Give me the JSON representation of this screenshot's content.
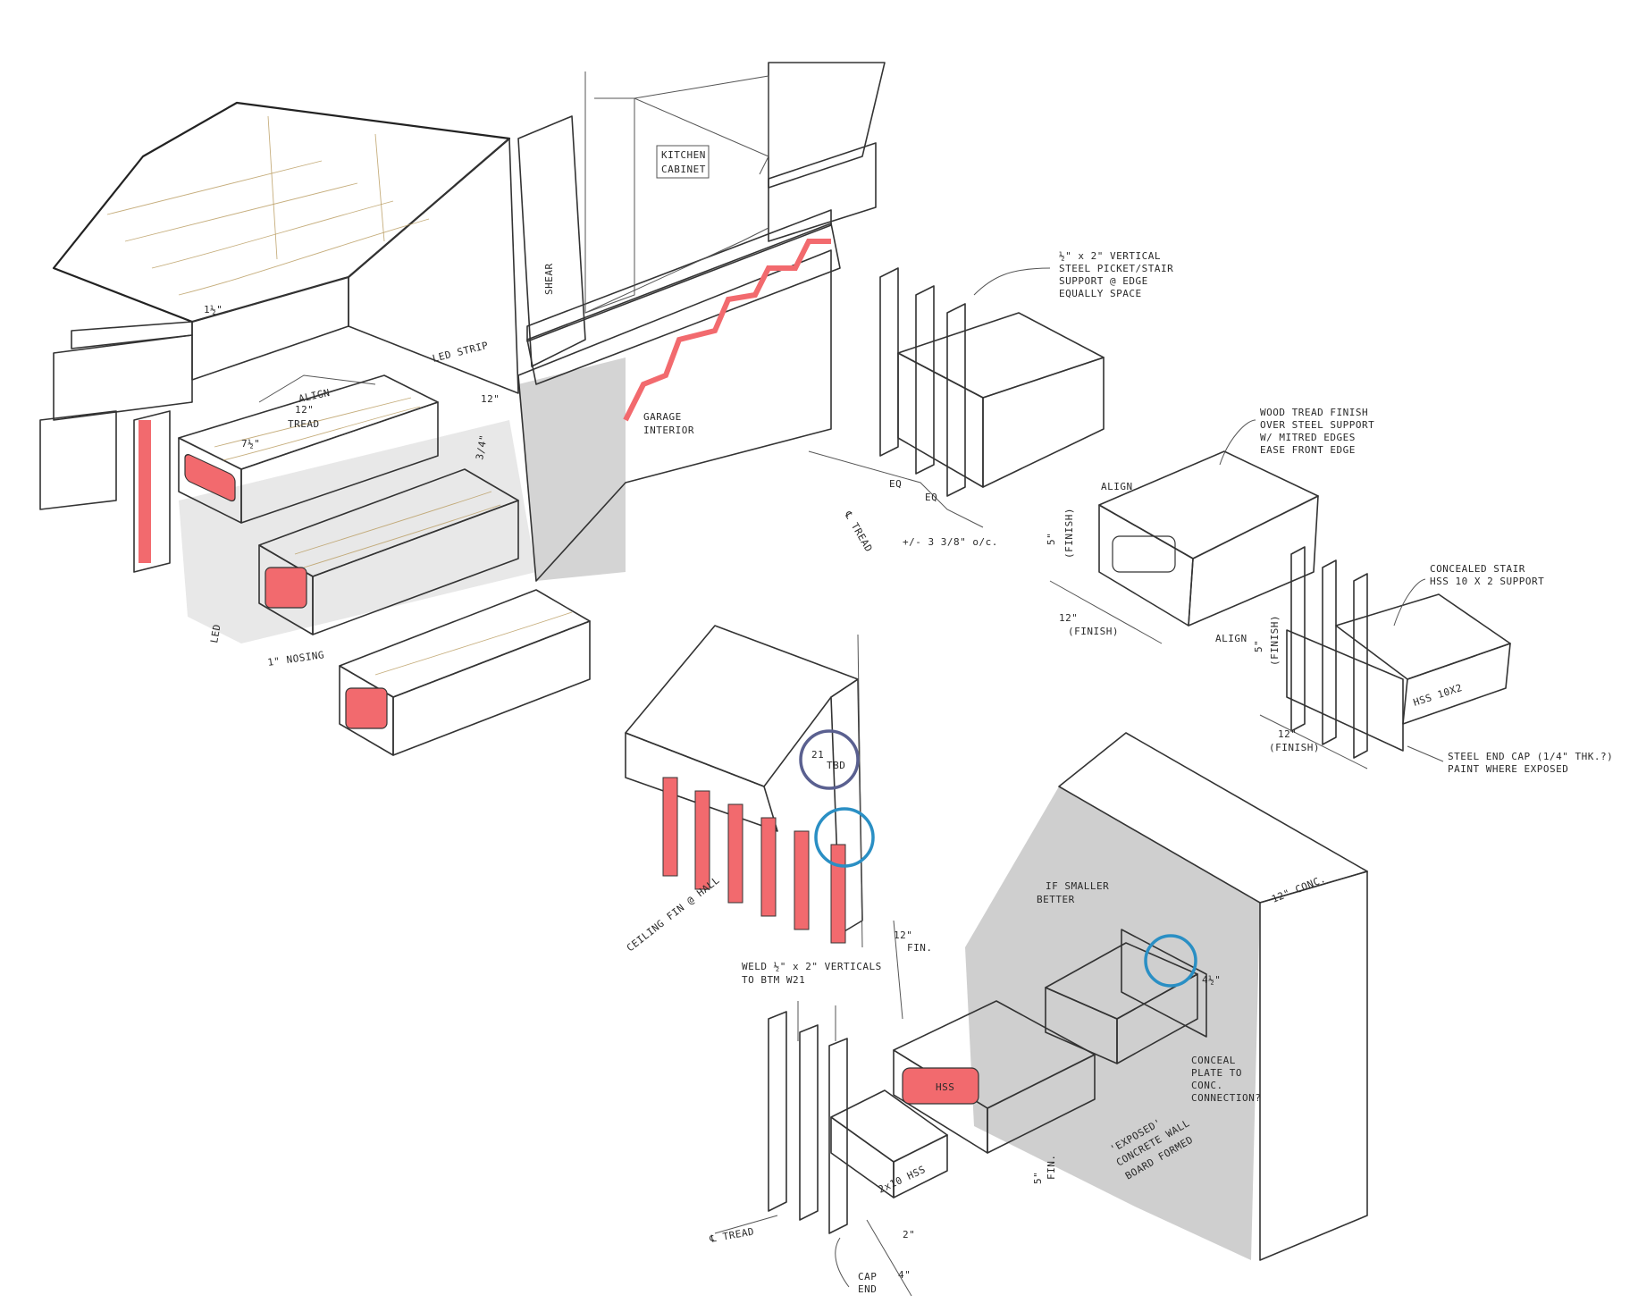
{
  "labels": {
    "kitchen_cabinet_1": "KITCHEN",
    "kitchen_cabinet_2": "CABINET",
    "garage_interior_1": "GARAGE",
    "garage_interior_2": "INTERIOR",
    "led_strip_top": "LED STRIP",
    "align_top": "ALIGN",
    "tread_12": "12\"",
    "tread_word": "TREAD",
    "rise_7_5": "7½\"",
    "dim_1_5": "1½\"",
    "dim_3_4": "3/4\"",
    "dim_12_wall": "12\"",
    "led_vertical": "LED",
    "nosing": "1\" NOSING",
    "shear": "SHEAR",
    "picket_note": [
      "½\" x 2\" VERTICAL",
      "STEEL PICKET/STAIR",
      "SUPPORT @ EDGE",
      "EQUALLY SPACE"
    ],
    "eq1": "EQ",
    "eq2": "EQ",
    "cl_tread": "℄ TREAD",
    "picket_spacing": "+/- 3 3/8\" o/c.",
    "wood_tread_note": [
      "WOOD TREAD FINISH",
      "OVER STEEL SUPPORT",
      "W/ MITRED EDGES",
      "EASE FRONT EDGE"
    ],
    "align_mid_top": "ALIGN",
    "align_mid_bottom": "ALIGN",
    "dim_5_finish": "5\"",
    "finish_word": "(FINISH)",
    "dim_12_finish": "12\"",
    "dim_5_finish_b": "5\"",
    "finish_word_b": "(FINISH)",
    "dim_12_finish_b": "12\"",
    "hss_note": [
      "CONCEALED STAIR",
      "HSS 10 X 2 SUPPORT"
    ],
    "hss_label": "HSS 10X2",
    "end_cap_note": [
      "STEEL END CAP (1/4\" THK.?)",
      "PAINT WHERE EXPOSED"
    ],
    "w21": "21",
    "tbd": "TBD",
    "ceiling_fin": "CEILING FIN @ HALL",
    "weld_note": [
      "WELD ½\" x 2\" VERTICALS",
      "TO BTM W21"
    ],
    "smaller_better": [
      "IF SMALLER",
      "BETTER"
    ],
    "conc_12": "12\" CONC.",
    "dim_12_fin": "12\"",
    "fin_word": "FIN.",
    "dim_4_5": "4½\"",
    "conceal_plate": [
      "CONCEAL",
      "PLATE TO",
      "CONC.",
      "CONNECTION?"
    ],
    "exposed_wall": [
      "'EXPOSED'",
      "CONCRETE WALL",
      "BOARD FORMED"
    ],
    "hss_small": "2x10 HSS",
    "hss_tread": "HSS",
    "dim_5_fin": "5\"",
    "fin_word_b": "FIN.",
    "dim_2": "2\"",
    "dim_4": "4\"",
    "cl_tread_b": "℄ TREAD",
    "cap_end": [
      "CAP",
      "END"
    ]
  },
  "colors": {
    "wood": "#ecd3a6",
    "wood_dark": "#d9b77a",
    "steel_red": "#f26a6e",
    "steel_red_light": "#f7a5a7",
    "concrete": "#cfcfcf",
    "concrete_dark": "#8f8f8f",
    "steel_grey": "#6e6e6e",
    "insulation": "#c6e8ee",
    "shear_yellow": "#f3e79a",
    "highlight_circle": "#2a8fc4",
    "highlight_circle_b": "#5a6090"
  }
}
